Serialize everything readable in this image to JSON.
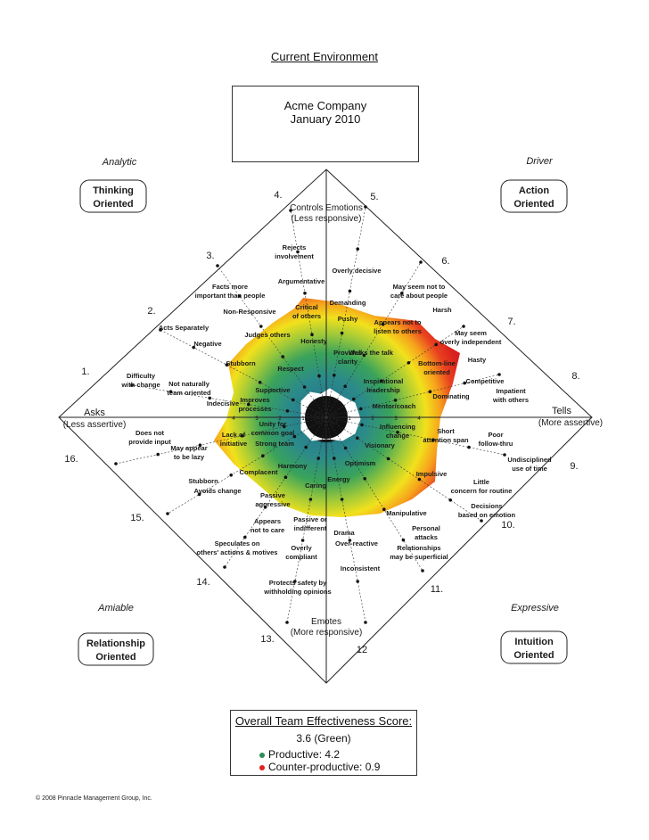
{
  "page_title": "Current Environment",
  "company": {
    "name": "Acme Company",
    "date": "January 2010"
  },
  "quadrants": {
    "analytic": {
      "name": "Analytic",
      "badge_line1": "Thinking",
      "badge_line2": "Oriented"
    },
    "driver": {
      "name": "Driver",
      "badge_line1": "Action",
      "badge_line2": "Oriented"
    },
    "amiable": {
      "name": "Amiable",
      "badge_line1": "Relationship",
      "badge_line2": "Oriented"
    },
    "expressive": {
      "name": "Expressive",
      "badge_line1": "Intuition",
      "badge_line2": "Oriented"
    }
  },
  "axes": {
    "top_line1": "Controls Emotions",
    "top_line2": "(Less responsive)",
    "bottom_line1": "Emotes",
    "bottom_line2": "(More responsive)",
    "left_line1": "Asks",
    "left_line2": "(Less assertive)",
    "right_line1": "Tells",
    "right_line2": "(More assertive)",
    "accent_color": "#2e8b57"
  },
  "center_score": "3.6",
  "summary": {
    "title": "Overall Team Effectiveness Score:",
    "value": "3.6 (Green)",
    "productive": "Productive: 4.2",
    "counterproductive": "Counter-productive: 0.9",
    "productive_color": "#2e8b57",
    "counterproductive_color": "#e02020"
  },
  "copyright": "© 2008 Pinnacle Management Group, Inc.",
  "spoke_numbers": [
    "1.",
    "2.",
    "3.",
    "4.",
    "5.",
    "6.",
    "7.",
    "8.",
    "9.",
    "10.",
    "11.",
    "12",
    "13.",
    "14.",
    "15.",
    "16."
  ],
  "tick_labels": [
    "4",
    "3",
    "2",
    "1",
    "0"
  ],
  "behaviors": [
    "Rejects involvement",
    "Argumentative",
    "Overly decisive",
    "Facts more important than people",
    "Demanding",
    "May seem not to care about people",
    "Critical of others",
    "Non-Responsive",
    "Harsh",
    "Pushy",
    "Appears not to listen to others",
    "May seem overly independent",
    "Acts Separately",
    "Judges others",
    "Honesty",
    "Negative",
    "Provides clarity",
    "Walks the talk",
    "Bottom-line oriented",
    "Hasty",
    "Stubborn",
    "Respect",
    "Difficulty with change",
    "Not naturally team oriented",
    "Inspirational leadership",
    "Competitive",
    "Supportive",
    "Impatient with others",
    "Dominating",
    "Indecisive",
    "Improves processes",
    "Mentor/coach",
    "Influencing change",
    "Unity for common goal",
    "Lack of initiative",
    "Strong team",
    "Short attention span",
    "Poor follow-thru",
    "Does not provide input",
    "May appear to be lazy",
    "Visionary",
    "Undisciplined use of time",
    "Harmony",
    "Optimism",
    "Complacent",
    "Impulsive",
    "Stubborn",
    "Avoids change",
    "Caring",
    "Energy",
    "Little concern for routine",
    "Passive aggressive",
    "Decisions based on emotion",
    "Manipulative",
    "Appears not to care",
    "Passive or indifferent",
    "Drama",
    "Personal attacks",
    "Speculates on others' actions & motives",
    "Overly compliant",
    "Over-reactive",
    "Relationships may be superficial",
    "Inconsistent",
    "Protects safety by withholding opinions"
  ],
  "chart_data": {
    "type": "radar",
    "center_score": 3.6,
    "productive_score": 4.2,
    "counterproductive_score": 0.9,
    "scale_labels": [
      "4",
      "3",
      "2",
      "1",
      "0",
      "1",
      "2",
      "3",
      "4"
    ],
    "axis_labels": {
      "top": "Controls Emotions",
      "bottom": "Emotes",
      "left": "Asks",
      "right": "Tells"
    }
  }
}
